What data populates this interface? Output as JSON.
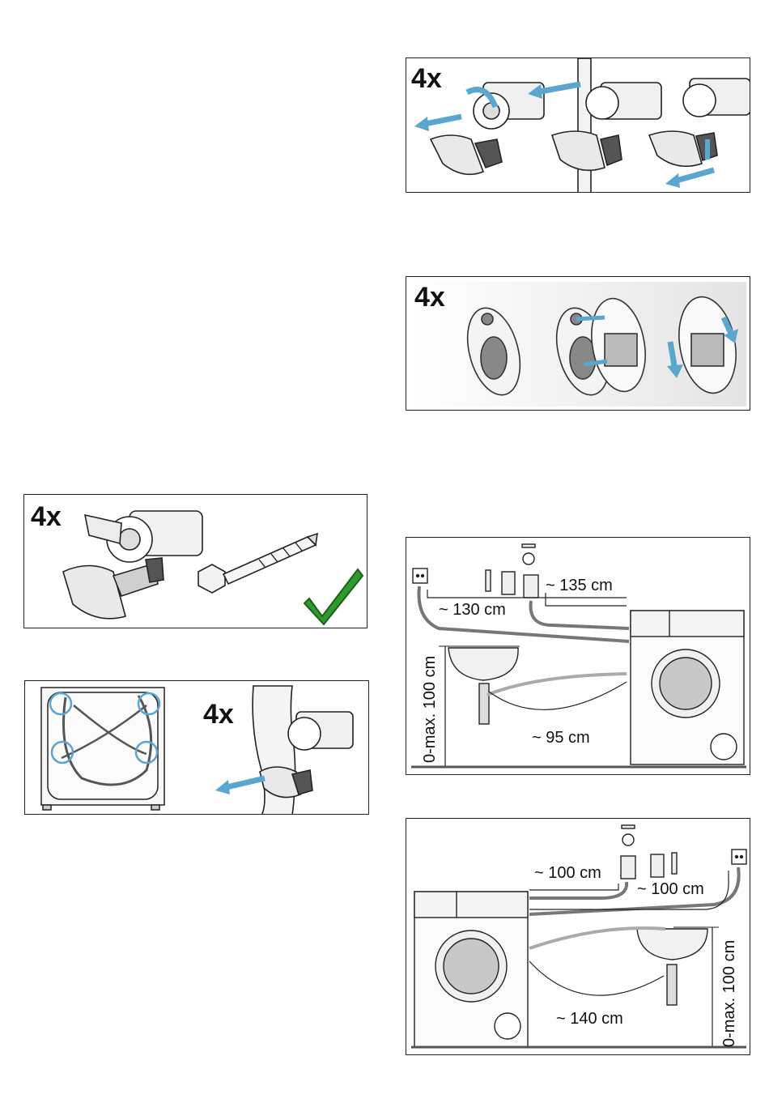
{
  "panels": {
    "remove_bolts": {
      "multiplier": "4x"
    },
    "cover_caps": {
      "multiplier": "4x"
    },
    "keep_parts": {
      "multiplier": "4x"
    },
    "hose_brackets": {
      "multiplier": "4x"
    },
    "install_left": {
      "dim_tap": "~ 135 cm",
      "dim_power": "~ 130 cm",
      "dim_height": "0-max. 100 cm",
      "dim_drain": "~ 95 cm"
    },
    "install_right": {
      "dim_power": "~ 100 cm",
      "dim_tap": "~ 100 cm",
      "dim_height": "0-max. 100 cm",
      "dim_drain": "~ 140 cm"
    }
  },
  "colors": {
    "arrow": "#5aa6cf",
    "check": "#2e9a2e",
    "line": "#222222",
    "part_fill": "#e6e6e6",
    "dark_part": "#555555"
  },
  "icons": [
    "checkmark-icon",
    "arrow-icon",
    "transport-bolt-icon",
    "screw-icon",
    "washing-machine-icon",
    "sink-icon",
    "tap-icon",
    "power-socket-icon"
  ]
}
